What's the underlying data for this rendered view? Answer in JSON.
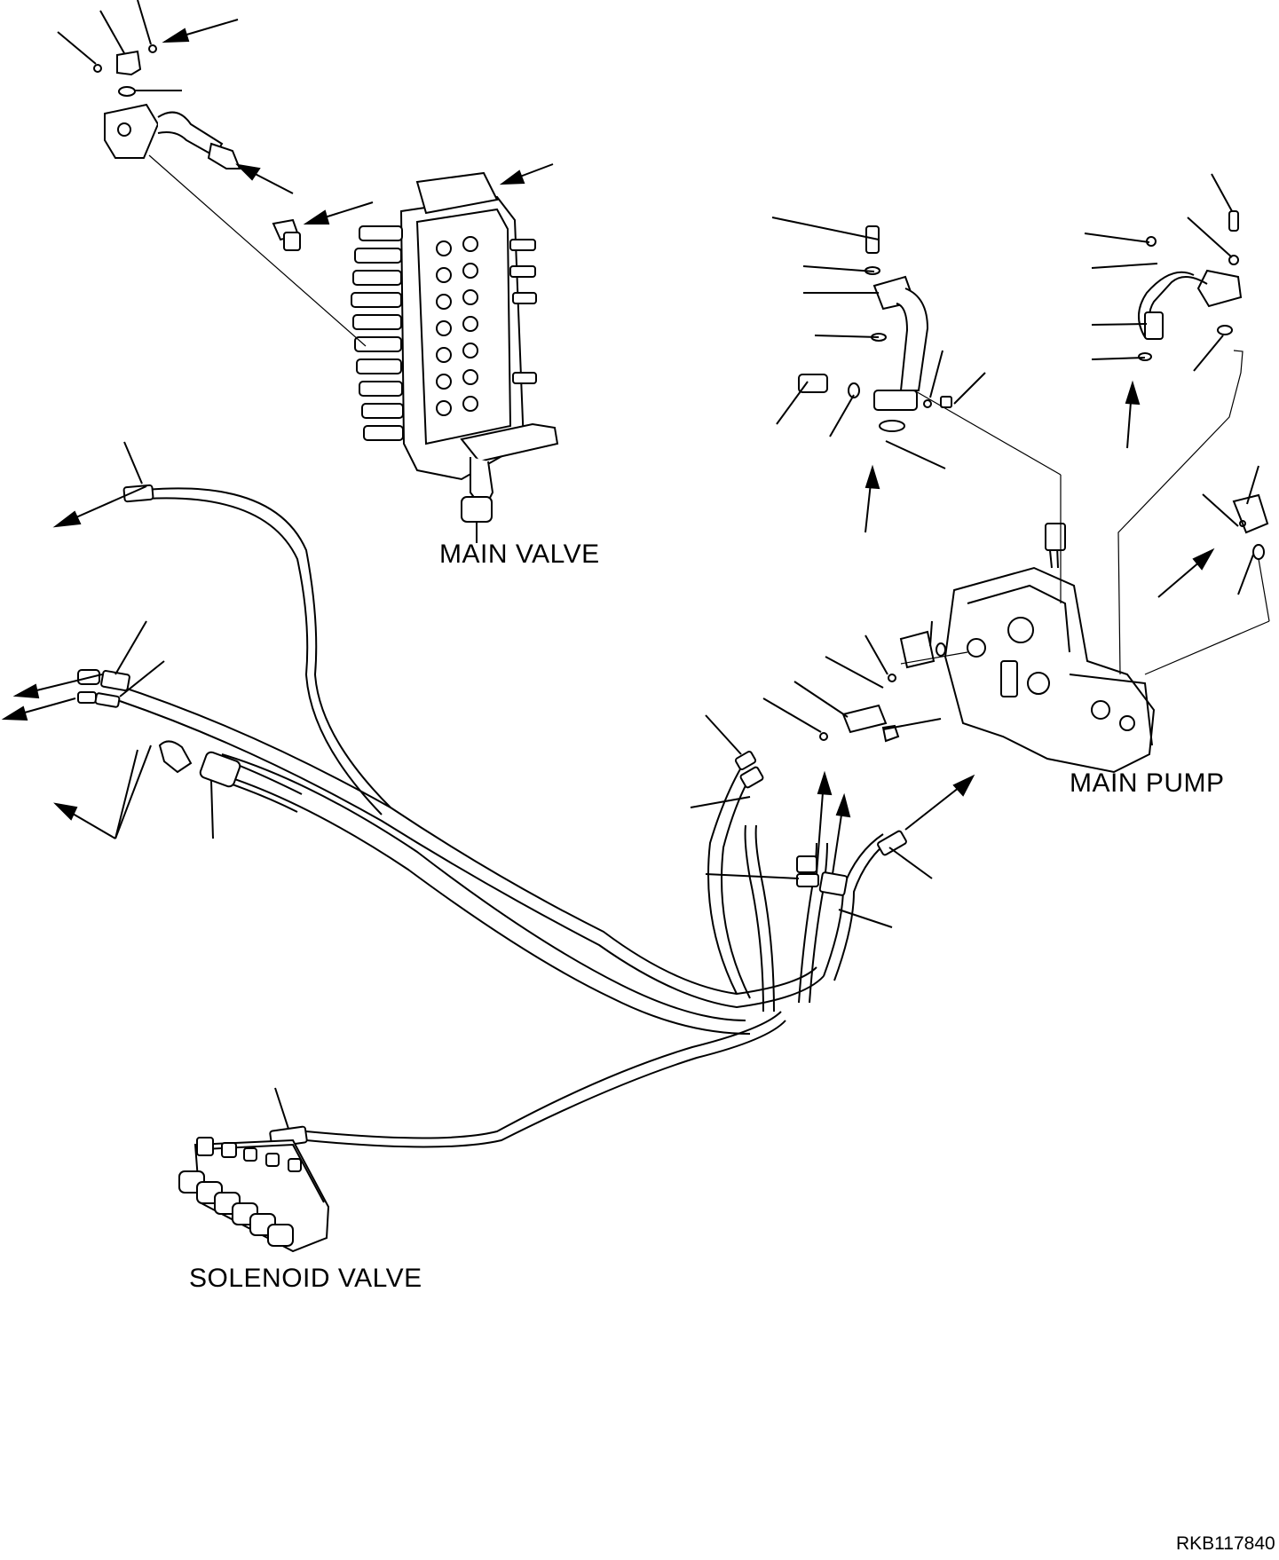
{
  "labels": {
    "main_valve": "MAIN VALVE",
    "main_pump": "MAIN PUMP",
    "solenoid_valve": "SOLENOID VALVE",
    "drawing_code": "RKB117840"
  },
  "colors": {
    "line": "#000000",
    "background": "#ffffff"
  }
}
